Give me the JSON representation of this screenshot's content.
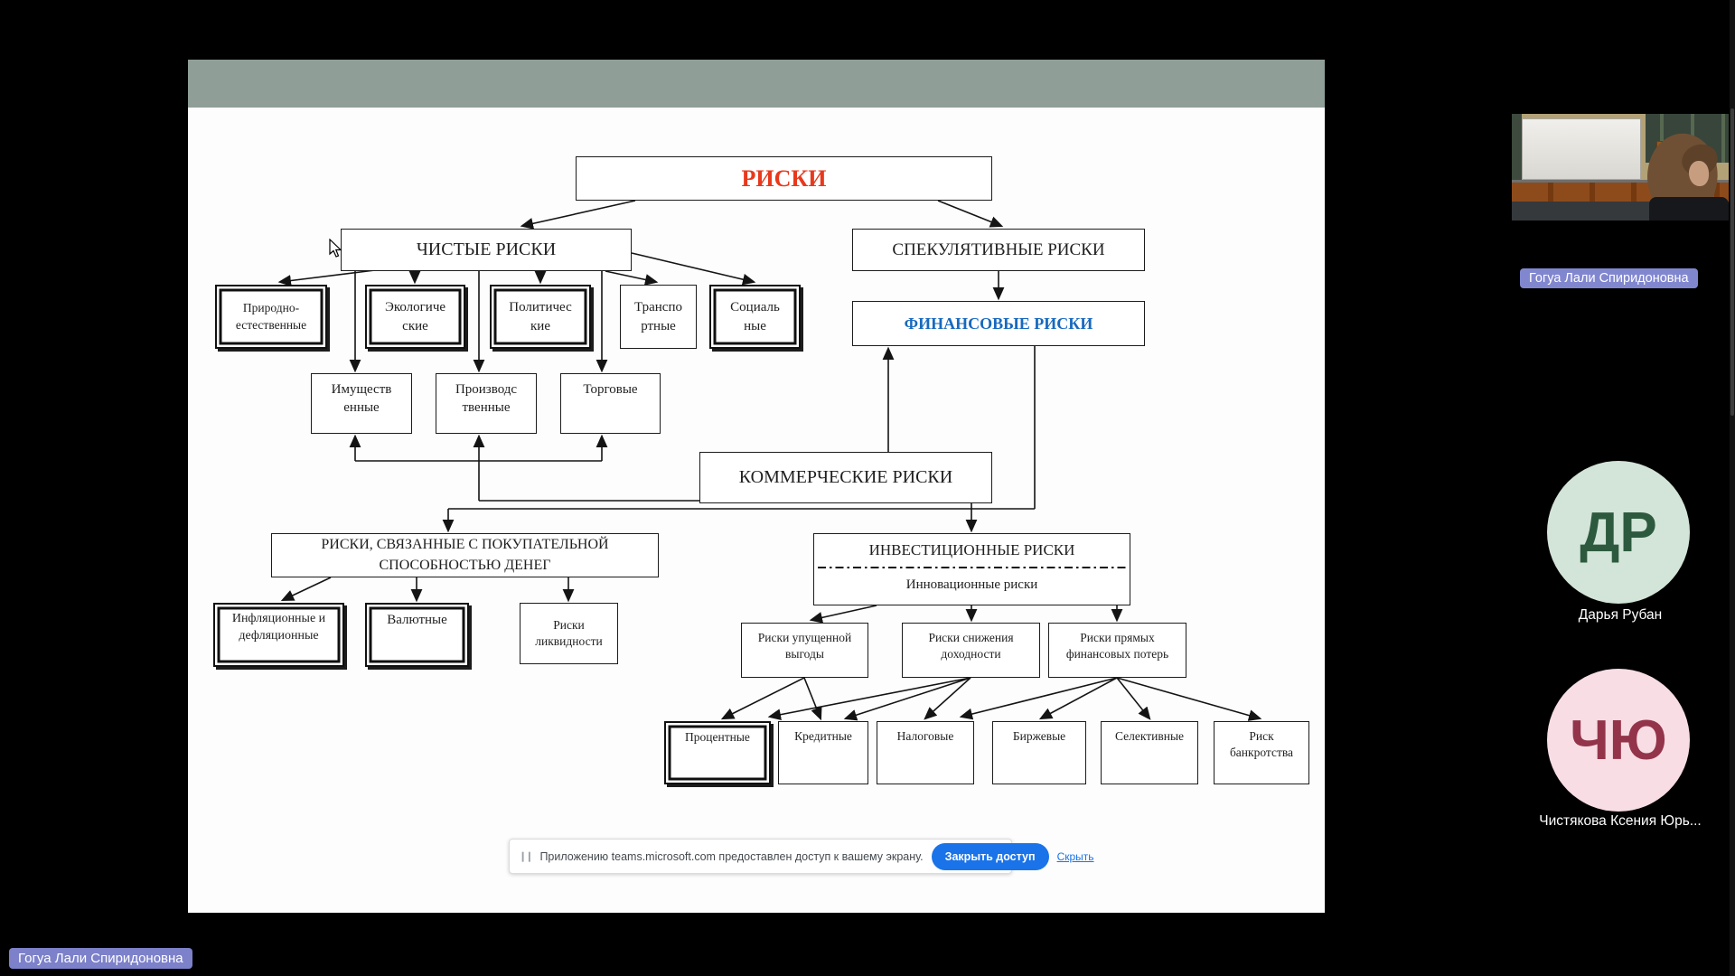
{
  "diagram": {
    "nodes": {
      "riski": "РИСКИ",
      "chistye": "ЧИСТЫЕ РИСКИ",
      "spekulativnye": "СПЕКУЛЯТИВНЫЕ РИСКИ",
      "prirodno": "Природно-\nестественные",
      "ekologicheskie": "Экологиче\nские",
      "politicheskie": "Политичес\nкие",
      "transportnye": "Транспо\nртные",
      "socialnye": "Социаль\nные",
      "imushchestvennye": "Имуществ\nенные",
      "proizvodstvennye": "Производс\nтвенные",
      "torgovye": "Торговые",
      "kommercheskie": "КОММЕРЧЕСКИЕ РИСКИ",
      "finansovye": "ФИНАНСОВЫЕ РИСКИ",
      "pokupatelnoy": "РИСКИ, СВЯЗАННЫЕ С ПОКУПАТЕЛЬНОЙ\nСПОСОБНОСТЬЮ ДЕНЕГ",
      "investicionnye": "ИНВЕСТИЦИОННЫЕ РИСКИ",
      "innovacionnye": "Инновационные риски",
      "inflyacionnye": "Инфляционные и\nдефляционные",
      "valyutnye": "Валютные",
      "likvidnosti": "Риски\nликвидности",
      "upushchennoy": "Риски упущенной\nвыгоды",
      "snizheniya": "Риски снижения\nдоходности",
      "pryamykh": "Риски прямых\nфинансовых потерь",
      "procentnye": "Процентные",
      "kreditnye": "Кредитные",
      "nalogovye": "Налоговые",
      "birzhevye": "Биржевые",
      "selektivnye": "Селективные",
      "bankrotstva": "Риск\nбанкротства"
    },
    "title_color": "#e8391d",
    "finans_color": "#1769be"
  },
  "notification": {
    "grip_icon": "drag-handle-icon",
    "message": "Приложению teams.microsoft.com предоставлен доступ к вашему экрану.",
    "close_button": "Закрыть доступ",
    "hide_link": "Скрыть",
    "button_color": "#1a73e8"
  },
  "participants": {
    "video": {
      "name": "Гогуа Лали Спиридоновна",
      "label_bg": "#8187cf"
    },
    "avatars": [
      {
        "initials": "ДР",
        "name": "Дарья Рубан",
        "circle_color": "#d3e4d8",
        "text_color": "#2d5a3e"
      },
      {
        "initials": "ЧЮ",
        "name": "Чистякова Ксения Юрь...",
        "circle_color": "#f8dde4",
        "text_color": "#93344a"
      }
    ]
  },
  "presenter_label": "Гогуа Лали Спиридоновна"
}
